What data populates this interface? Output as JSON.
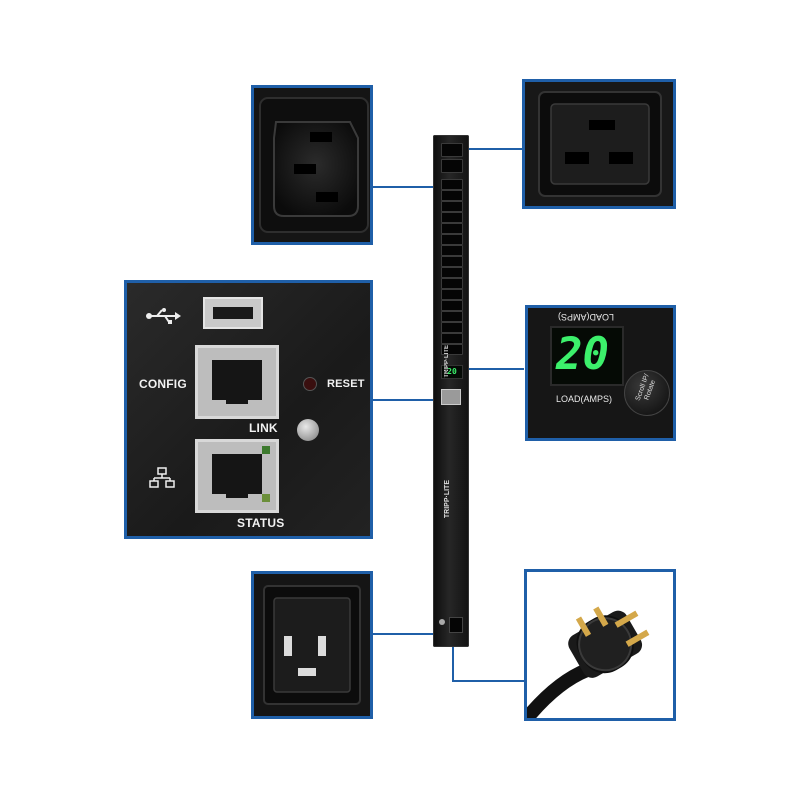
{
  "labels": {
    "config": "CONFIG",
    "reset": "RESET",
    "link": "LINK",
    "status": "STATUS",
    "load_amps_top": "LOAD(AMPS)",
    "load_amps_bottom": "LOAD(AMPS)",
    "display_value": "20",
    "scroll_button": "Scroll IP/ Rotate",
    "brand": "TRIPP·LITE",
    "mini_display": "20"
  },
  "colors": {
    "accent_border": "#1f5fa8",
    "display_green": "#3cf06b"
  },
  "icons": {
    "usb": "usb-icon",
    "network": "network-icon"
  }
}
